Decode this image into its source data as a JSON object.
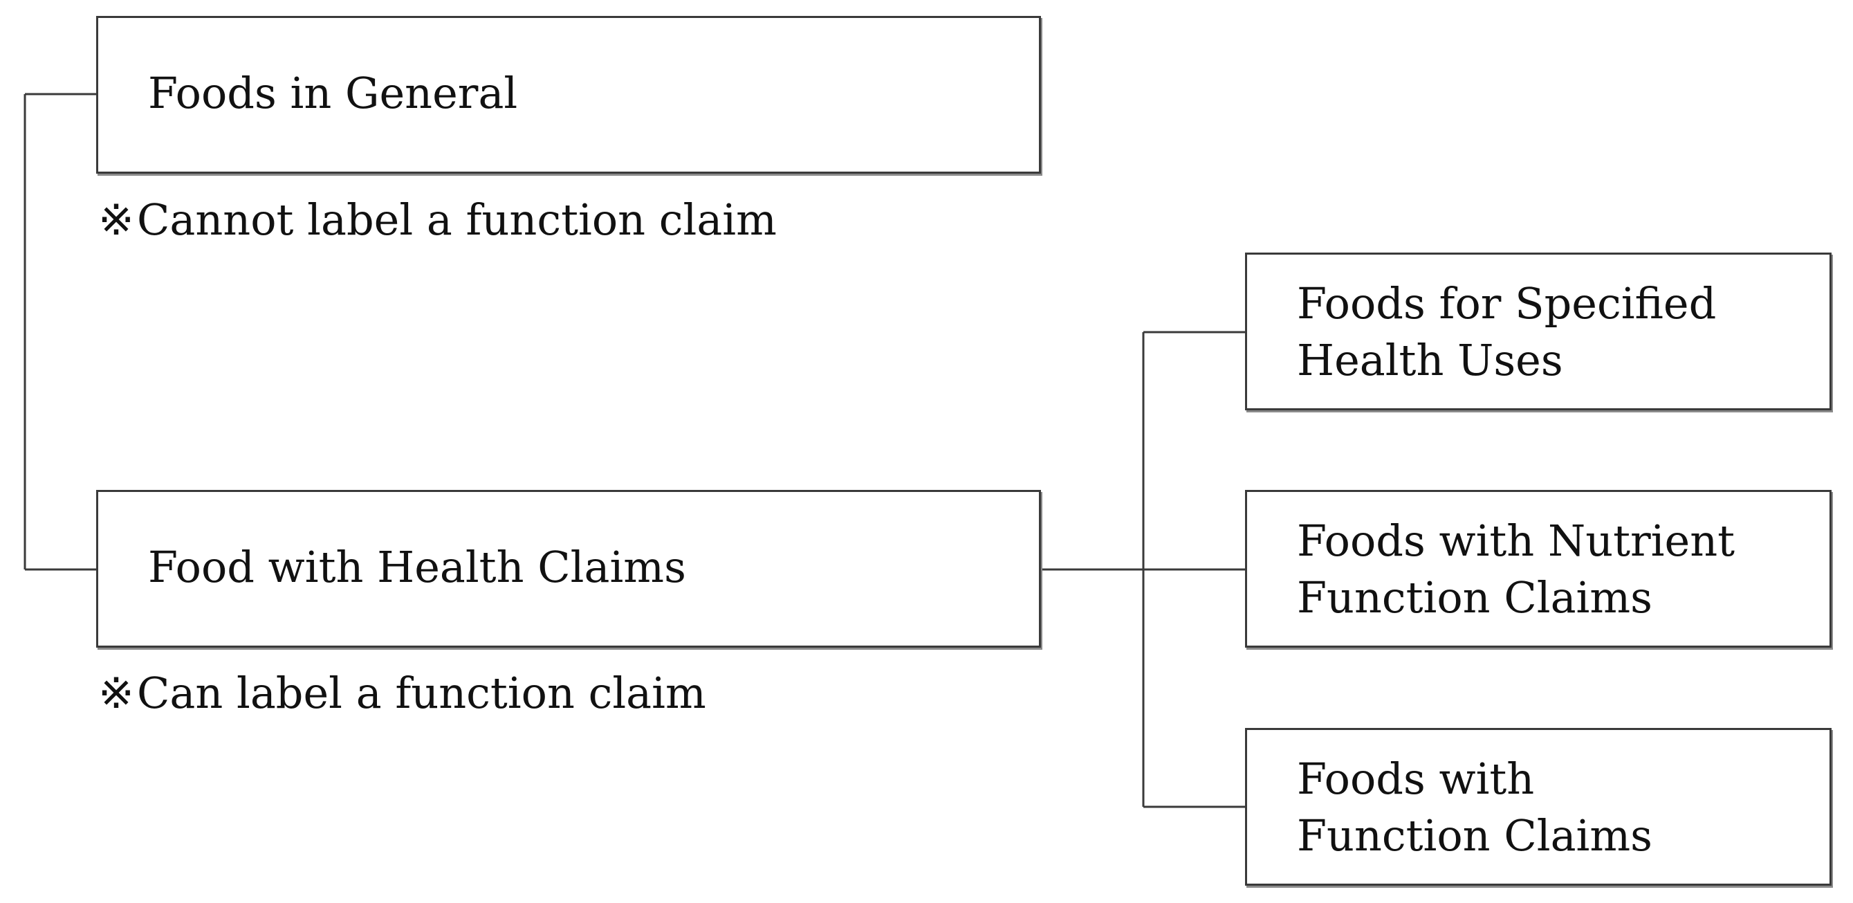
{
  "diagram": {
    "root_group": {
      "general": {
        "label": "Foods in General",
        "note_mark": "※",
        "note": "Cannot label a function claim"
      },
      "health_claims": {
        "label": "Food with Health Claims",
        "note_mark": "※",
        "note": "Can label a function claim"
      }
    },
    "subcategories": [
      {
        "line1": "Foods for Specified",
        "line2": "Health Uses"
      },
      {
        "line1": "Foods with Nutrient",
        "line2": "Function Claims"
      },
      {
        "line1": "Foods with",
        "line2": "Function Claims"
      }
    ],
    "line_color": "#3a3a3a"
  }
}
